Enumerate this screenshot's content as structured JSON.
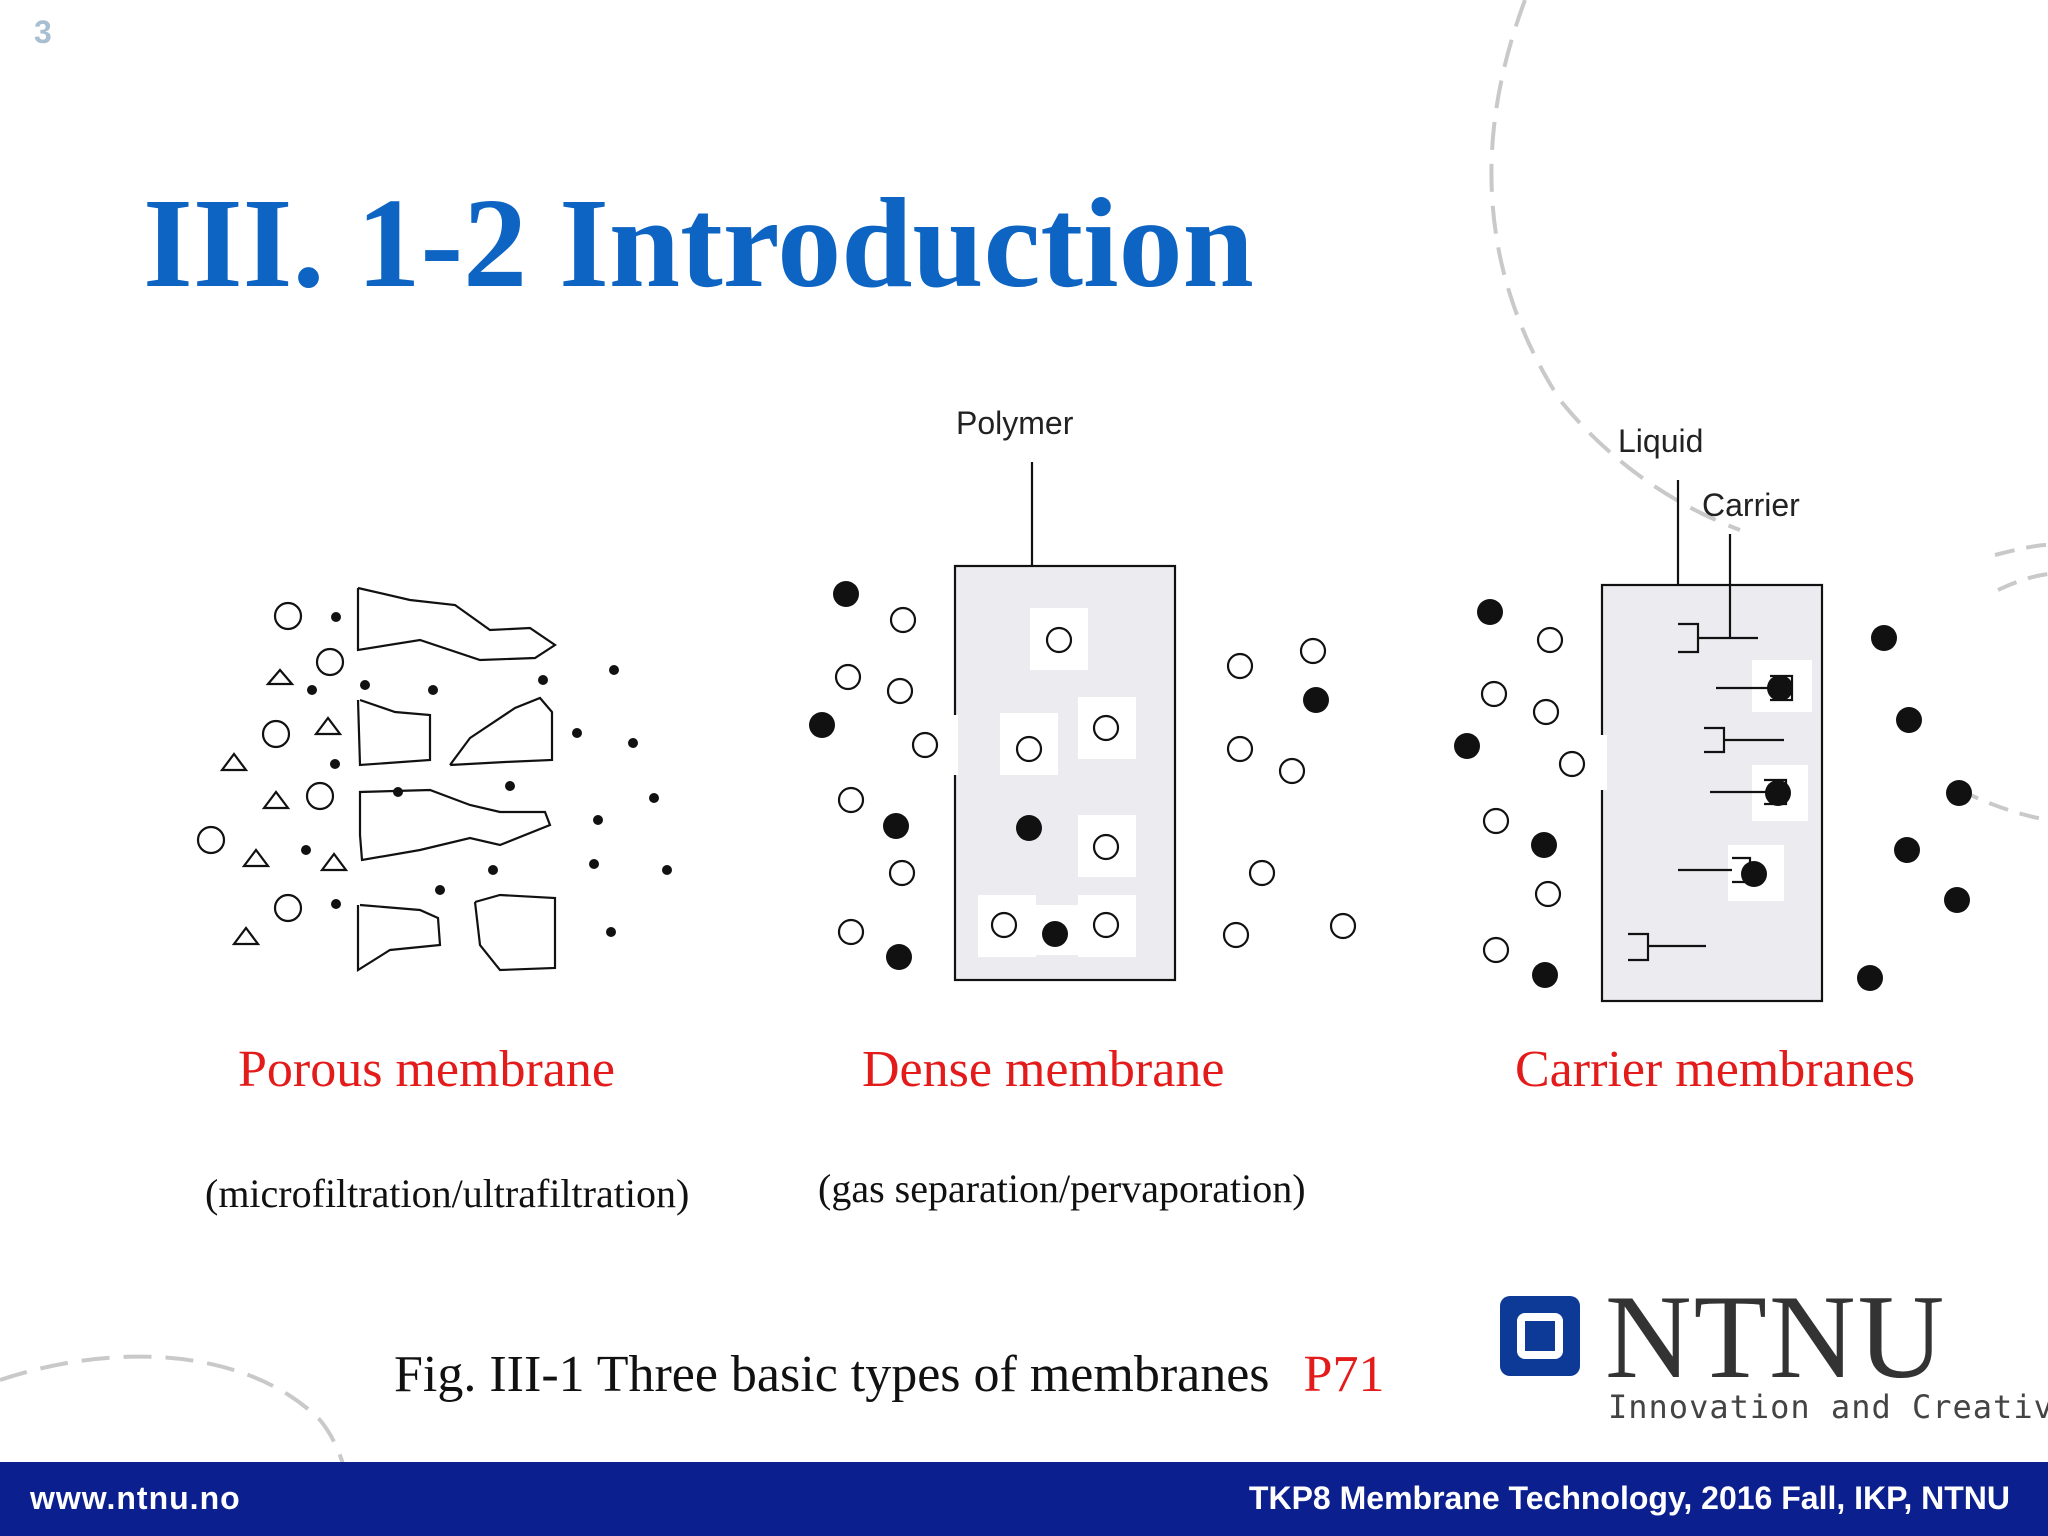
{
  "slide": {
    "number": "3",
    "title": "III. 1-2 Introduction"
  },
  "diagram": {
    "porous": {
      "name": "Porous membrane",
      "subtitle": "(microfiltration/ultrafiltration)"
    },
    "dense": {
      "name": "Dense membrane",
      "subtitle": "(gas separation/pervaporation)",
      "polymer_label": "Polymer"
    },
    "carrier": {
      "name": "Carrier membranes",
      "liquid_label": "Liquid",
      "carrier_label": "Carrier"
    }
  },
  "caption": {
    "text": "Fig. III-1  Three basic types of membranes",
    "ref": "P71"
  },
  "logo": {
    "name": "NTNU",
    "tagline": "Innovation and Creativity"
  },
  "footer": {
    "left": "www.ntnu.no",
    "right": "TKP8 Membrane Technology, 2016 Fall, IKP, NTNU"
  },
  "colors": {
    "title": "#0d64c3",
    "label": "#e41b1b",
    "footer": "#0c1f8f"
  }
}
